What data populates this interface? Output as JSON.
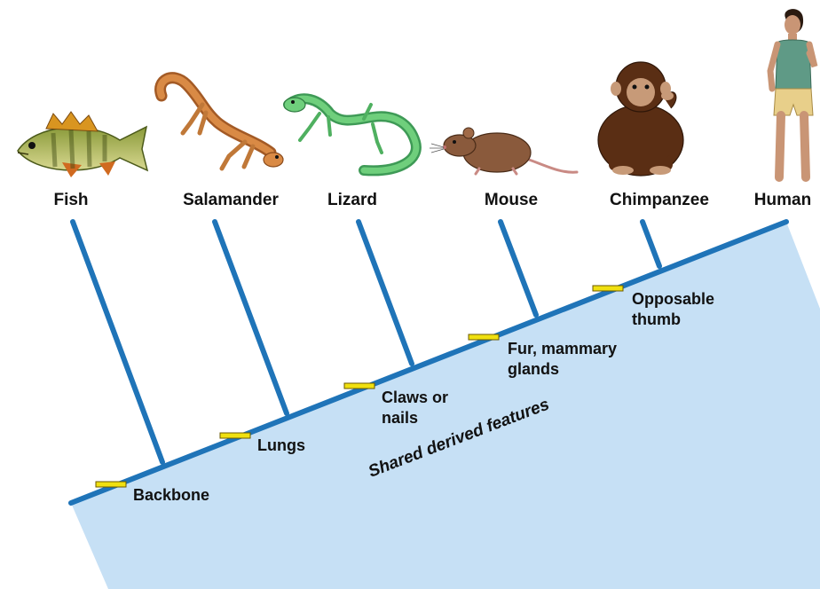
{
  "taxa": [
    {
      "id": "fish",
      "label": "Fish"
    },
    {
      "id": "salamander",
      "label": "Salamander"
    },
    {
      "id": "lizard",
      "label": "Lizard"
    },
    {
      "id": "mouse",
      "label": "Mouse"
    },
    {
      "id": "chimpanzee",
      "label": "Chimpanzee"
    },
    {
      "id": "human",
      "label": "Human"
    }
  ],
  "traits": [
    {
      "id": "backbone",
      "lines": [
        "Backbone"
      ]
    },
    {
      "id": "lungs",
      "lines": [
        "Lungs"
      ]
    },
    {
      "id": "claws",
      "lines": [
        "Claws or",
        "nails"
      ]
    },
    {
      "id": "fur",
      "lines": [
        "Fur, mammary",
        "glands"
      ]
    },
    {
      "id": "thumb",
      "lines": [
        "Opposable",
        "thumb"
      ]
    }
  ],
  "caption": "Shared derived features",
  "colors": {
    "branch": "#1f74b8",
    "band": "#c6e0f5",
    "marker": "#f0e010",
    "text": "#111111"
  }
}
